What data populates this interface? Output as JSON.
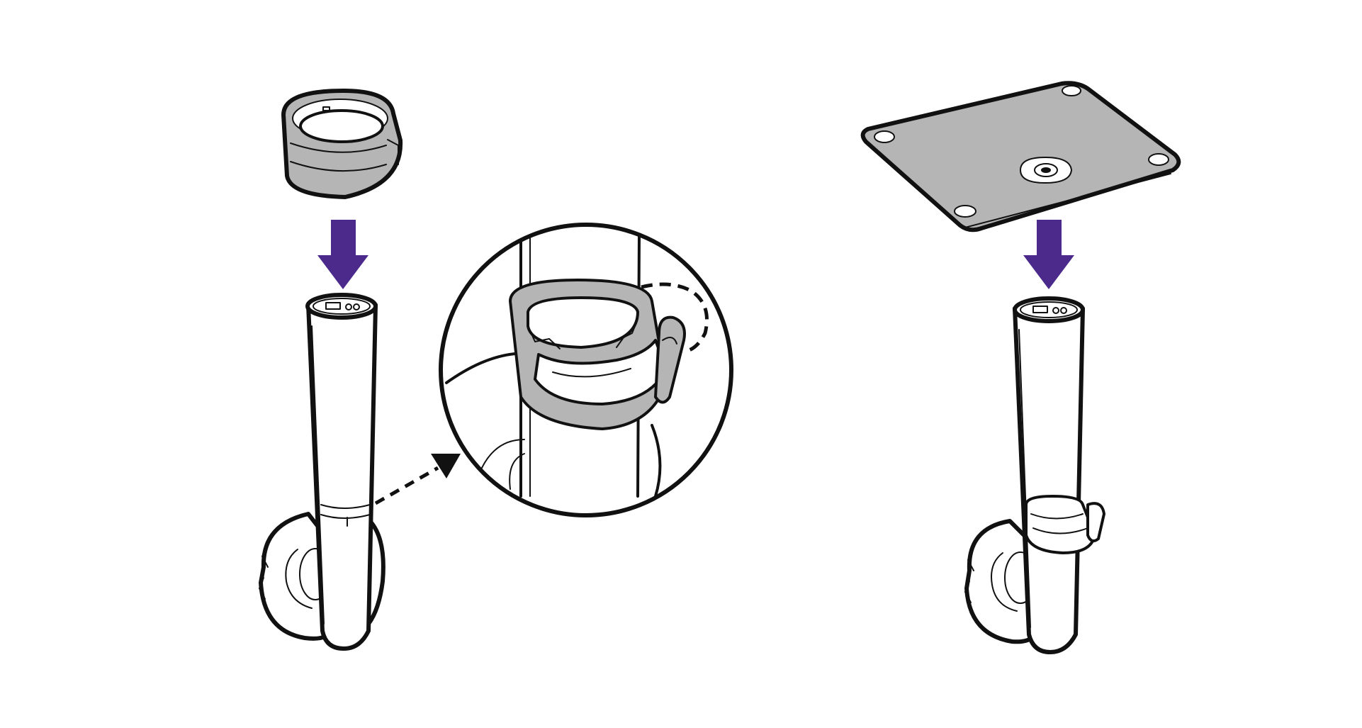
{
  "figure": {
    "description_alt": "",
    "colors": {
      "arrow": "#4b2a8c",
      "part_fill": "#b5b5b5",
      "outline": "#111111",
      "background": "#ffffff"
    },
    "steps": [
      {
        "id": "step-1",
        "icons": [
          "down-arrow-icon",
          "collar-ring",
          "leg-post"
        ]
      },
      {
        "id": "detail",
        "icons": [
          "magnifier-circle",
          "dashed-arrow-icon"
        ]
      },
      {
        "id": "step-2",
        "icons": [
          "down-arrow-icon",
          "mounting-plate",
          "leg-post-with-collar"
        ]
      }
    ]
  }
}
